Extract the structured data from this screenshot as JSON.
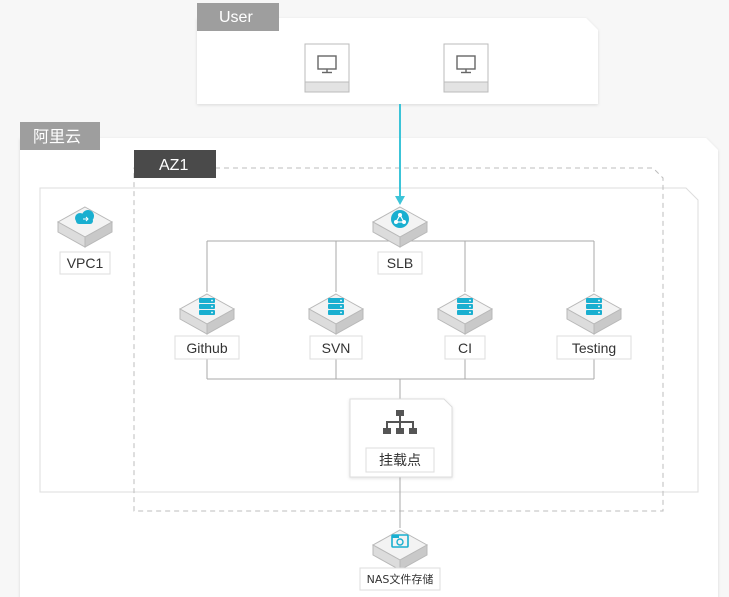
{
  "colors": {
    "connector": "#aaaaaa",
    "accent_arrow": "#3cc4d8",
    "icon_blue": "#1aafd0",
    "tag_gray": "#9e9e9e",
    "tag_dark": "#4a4a4a"
  },
  "user_group": {
    "tag": "User",
    "terminals": [
      {
        "icon": "monitor-icon"
      },
      {
        "icon": "monitor-icon"
      }
    ]
  },
  "cloud_group": {
    "tag": "阿里云"
  },
  "az_group": {
    "tag": "AZ1"
  },
  "vpc": {
    "label": "VPC1",
    "icon": "cloud-icon"
  },
  "slb": {
    "label": "SLB",
    "icon": "load-balancer-icon"
  },
  "servers": [
    {
      "label": "Github",
      "icon": "server-icon"
    },
    {
      "label": "SVN",
      "icon": "server-icon"
    },
    {
      "label": "CI",
      "icon": "server-icon"
    },
    {
      "label": "Testing",
      "icon": "server-icon"
    }
  ],
  "mount_point": {
    "label": "挂载点",
    "icon": "hierarchy-icon"
  },
  "nas": {
    "label": "NAS文件存储",
    "icon": "nas-icon"
  }
}
